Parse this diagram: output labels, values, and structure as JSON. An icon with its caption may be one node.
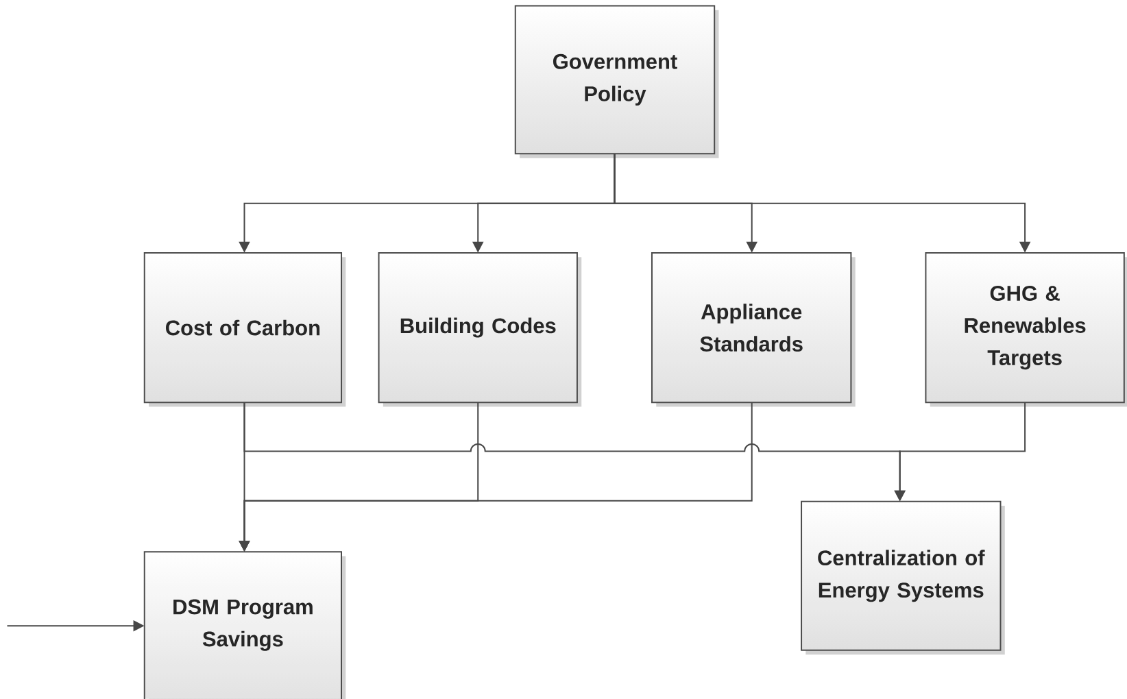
{
  "diagram": {
    "nodes": [
      {
        "text": [
          "Government Policy"
        ]
      },
      {
        "text": [
          "Cost of Carbon"
        ]
      },
      {
        "text": [
          "Building Codes"
        ]
      },
      {
        "text": [
          "Appliance Standards"
        ]
      },
      {
        "text": [
          "GHG & Renewables Targets"
        ]
      },
      {
        "text": [
          "DSM Program Savings"
        ]
      },
      {
        "text": [
          "Centralization of Energy Systems"
        ]
      }
    ],
    "edges": [
      {
        "from": 0,
        "to": 1,
        "arrow": "to"
      },
      {
        "from": 0,
        "to": 2,
        "arrow": "to"
      },
      {
        "from": 0,
        "to": 3,
        "arrow": "to"
      },
      {
        "from": 0,
        "to": 4,
        "arrow": "to"
      },
      {
        "from": 1,
        "to": 5,
        "arrow": "to"
      },
      {
        "from": 2,
        "to": 5,
        "arrow": "to"
      },
      {
        "from": 3,
        "to": 5,
        "arrow": "to"
      },
      {
        "from": 1,
        "to": 6,
        "arrow": "to"
      },
      {
        "from": 4,
        "to": 6,
        "arrow": "to"
      },
      {
        "from": null,
        "to": 5,
        "arrow": "to"
      }
    ]
  }
}
